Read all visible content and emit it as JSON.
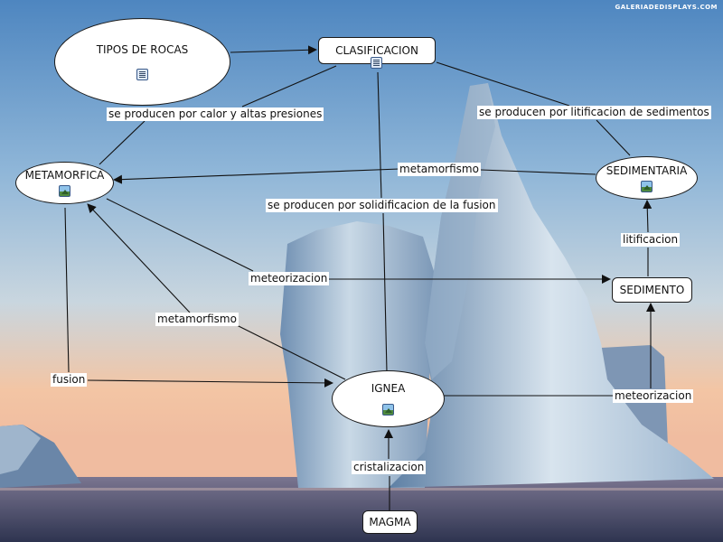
{
  "watermark": "GALERIADEDISPLAYS.COM",
  "nodes": {
    "tipos": "TIPOS DE ROCAS",
    "clasificacion": "CLASIFICACION",
    "metamorfica": "METAMORFICA",
    "sedimentaria": "SEDIMENTARIA",
    "sedimento": "SEDIMENTO",
    "ignea": "IGNEA",
    "magma": "MAGMA"
  },
  "links": {
    "calor": "se producen por calor y altas presiones",
    "litificacion_sed": "se producen por litificacion de sedimentos",
    "solidificacion": "se producen por solidificacion de la fusion",
    "metamorfismo_top": "metamorfismo",
    "litificacion": "litificacion",
    "meteorizacion_mid": "meteorizacion",
    "metamorfismo_left": "metamorfismo",
    "fusion": "fusion",
    "meteorizacion_right": "meteorizacion",
    "cristalizacion": "cristalizacion"
  },
  "colors": {
    "sky_top": "#4e86c0",
    "sky_mid": "#a9c6dc",
    "horizon": "#f3c5a4",
    "sea": "#4a4e68",
    "ice_light": "#e6eef4",
    "ice_shadow": "#5d7fa4",
    "line": "#111111"
  }
}
